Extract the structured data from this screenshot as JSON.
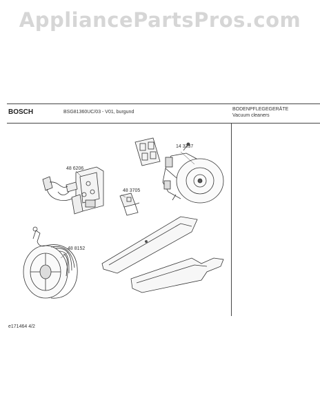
{
  "watermark": "AppliancePartsPros.com",
  "header": {
    "brand": "BOSCH",
    "model": "BSG81360UC/03 - V01, burgund",
    "category_line1": "BODENPFLEGEGERÄTE",
    "category_line2": "Vacuum cleaners"
  },
  "parts": [
    {
      "label": "14 3337"
    },
    {
      "label": "48 6206"
    },
    {
      "label": "48 3705"
    },
    {
      "label": "48 8152"
    }
  ],
  "footer": {
    "drawing_id": "e171464 4/2"
  }
}
